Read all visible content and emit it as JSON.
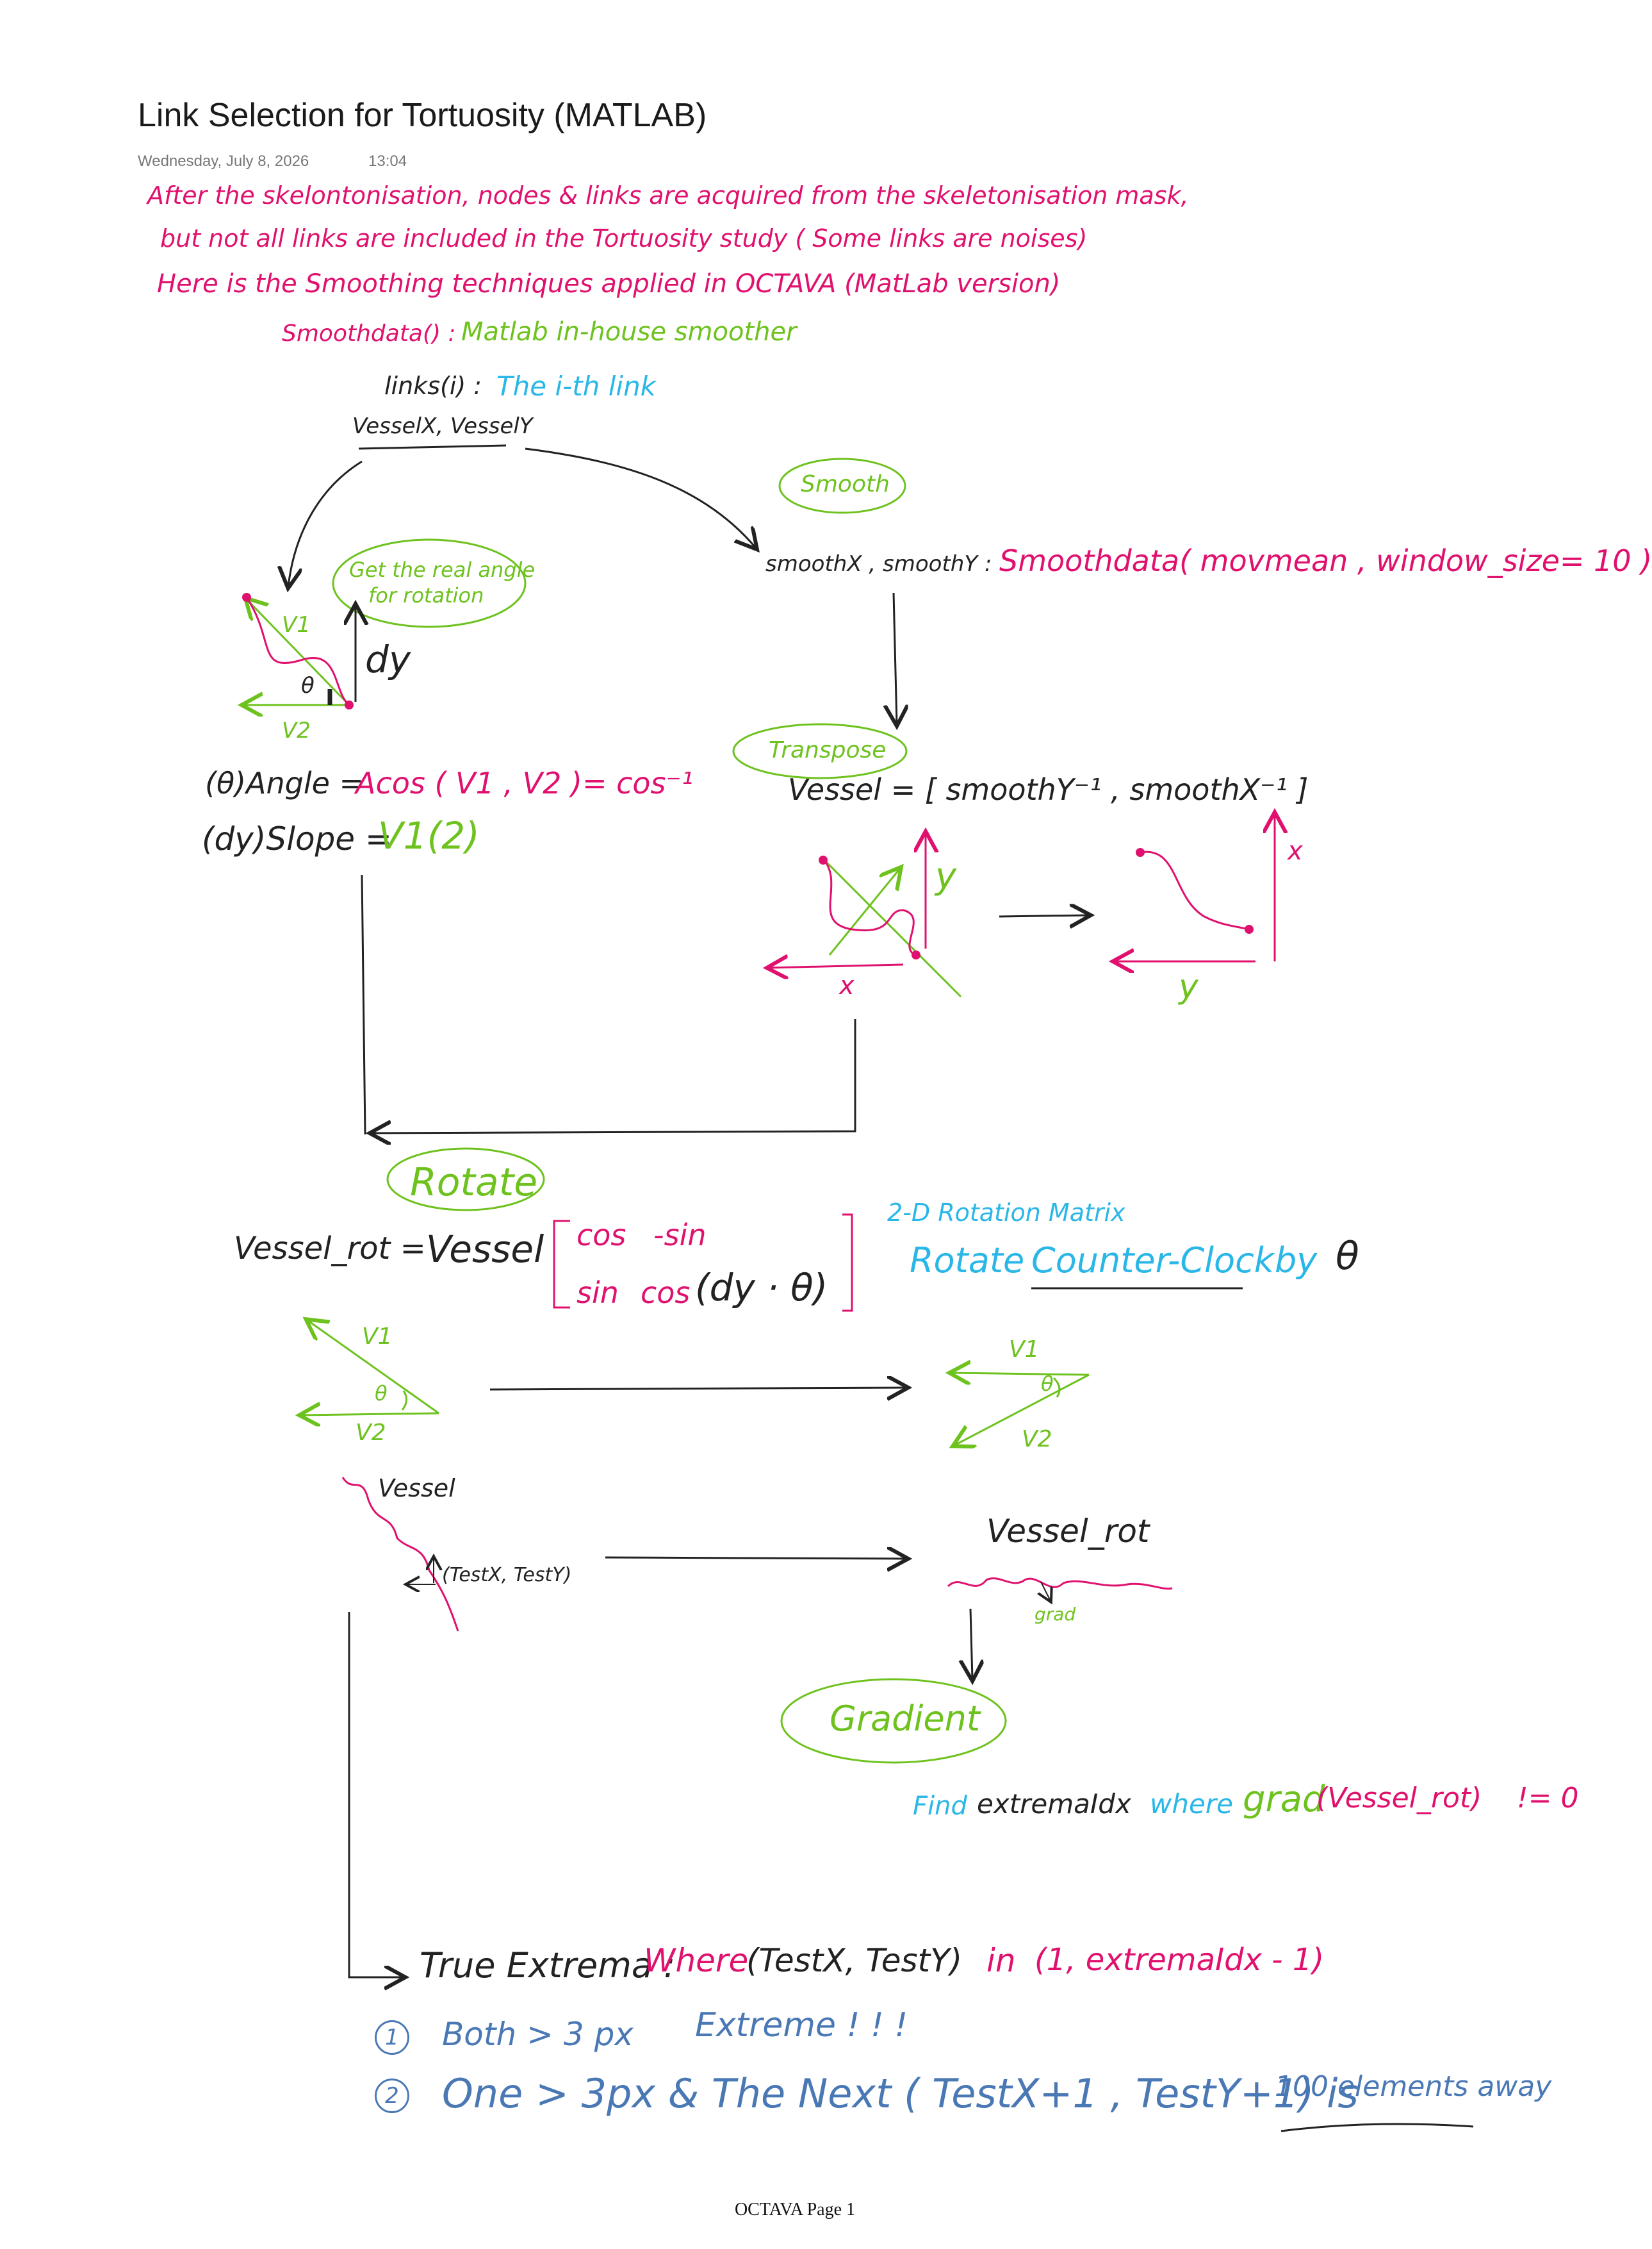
{
  "page": {
    "title": "Link Selection for Tortuosity (MATLAB)",
    "date": "Wednesday, July 8, 2026",
    "time": "13:04",
    "footer": "OCTAVA Page 1"
  },
  "intro": {
    "line1": "After the skelontonisation, nodes & links are acquired from the skeletonisation mask,",
    "line2": "but not all links are included in the Tortuosity study ( Some links are noises)",
    "line3": "Here is the Smoothing techniques applied in OCTAVA (MatLab version)",
    "smoothdata_name": "Smoothdata() :",
    "smoothdata_desc": "Matlab in-house smoother"
  },
  "links_block": {
    "links_label": "links(i) :",
    "links_desc": "The i-th link",
    "vessel_xy": "VesselX, VesselY"
  },
  "smooth_block": {
    "bubble": "Smooth",
    "lhs": "smoothX , smoothY :",
    "rhs": "Smoothdata( movmean , window_size= 10 )"
  },
  "angle_block": {
    "bubble_line1": "Get the real angle",
    "bubble_line2": "for rotation",
    "v1": "V1",
    "v2": "V2",
    "theta": "θ",
    "dy": "dy",
    "angle_lhs": "(θ)Angle =",
    "angle_rhs": "Acos ( V1 , V2 )= cos⁻¹",
    "slope_lhs": "(dy)Slope =",
    "slope_rhs": "V1(2)"
  },
  "transpose_block": {
    "bubble": "Transpose",
    "equation": "Vessel = [ smoothY⁻¹ , smoothX⁻¹ ]",
    "y": "y",
    "x": "x"
  },
  "rotate_block": {
    "bubble": "Rotate",
    "lhs": "Vessel_rot =",
    "vessel": "Vessel",
    "m11": "cos",
    "m12": "-sin",
    "m21": "sin",
    "m22": "cos",
    "args": "(dy · θ)",
    "note1": "2-D Rotation Matrix",
    "note2_a": "Rotate",
    "note2_b": "Counter-Clock",
    "note2_c": "by",
    "note2_theta": "θ",
    "v1": "V1",
    "v2": "V2",
    "theta": "θ"
  },
  "vessel_block": {
    "vessel": "Vessel",
    "test": "(TestX, TestY)",
    "vessel_rot": "Vessel_rot",
    "grad": "grad"
  },
  "gradient_block": {
    "bubble": "Gradient",
    "find": "Find",
    "extrema": "extremaIdx",
    "where": "where",
    "expr": "grad",
    "expr2": "(Vessel_rot)",
    "neq": "!= 0"
  },
  "extrema_block": {
    "true_extrema": "True Extrema :",
    "where": "Where",
    "tuple": "(TestX, TestY)",
    "in": "in",
    "range": "(1, extremaIdx - 1)",
    "item1_num": "1",
    "item1_a": "Both > 3 px",
    "item1_b": "Extreme ! ! !",
    "item2_num": "2",
    "item2_a": "One > 3px & The Next ( TestX+1 , TestY+1) is",
    "item2_b": "100 elements away"
  },
  "colors": {
    "pink": "#e0116e",
    "green": "#6ec21e",
    "cyan": "#2ab7e8",
    "dark": "#222222",
    "blue": "#4a78b5"
  }
}
